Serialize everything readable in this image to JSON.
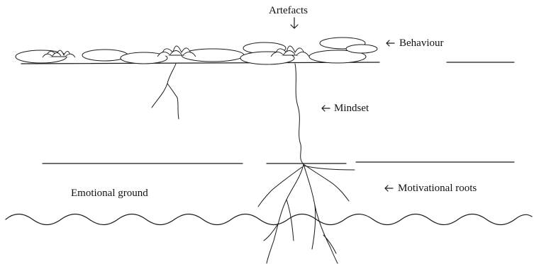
{
  "labels": {
    "artefacts": "Artefacts",
    "behaviour": "Behaviour",
    "mindset": "Mindset",
    "emotional_ground": "Emotional ground",
    "motivational_roots": "Motivational roots"
  },
  "colors": {
    "ink": "#1a1a1a",
    "background": "#ffffff"
  }
}
